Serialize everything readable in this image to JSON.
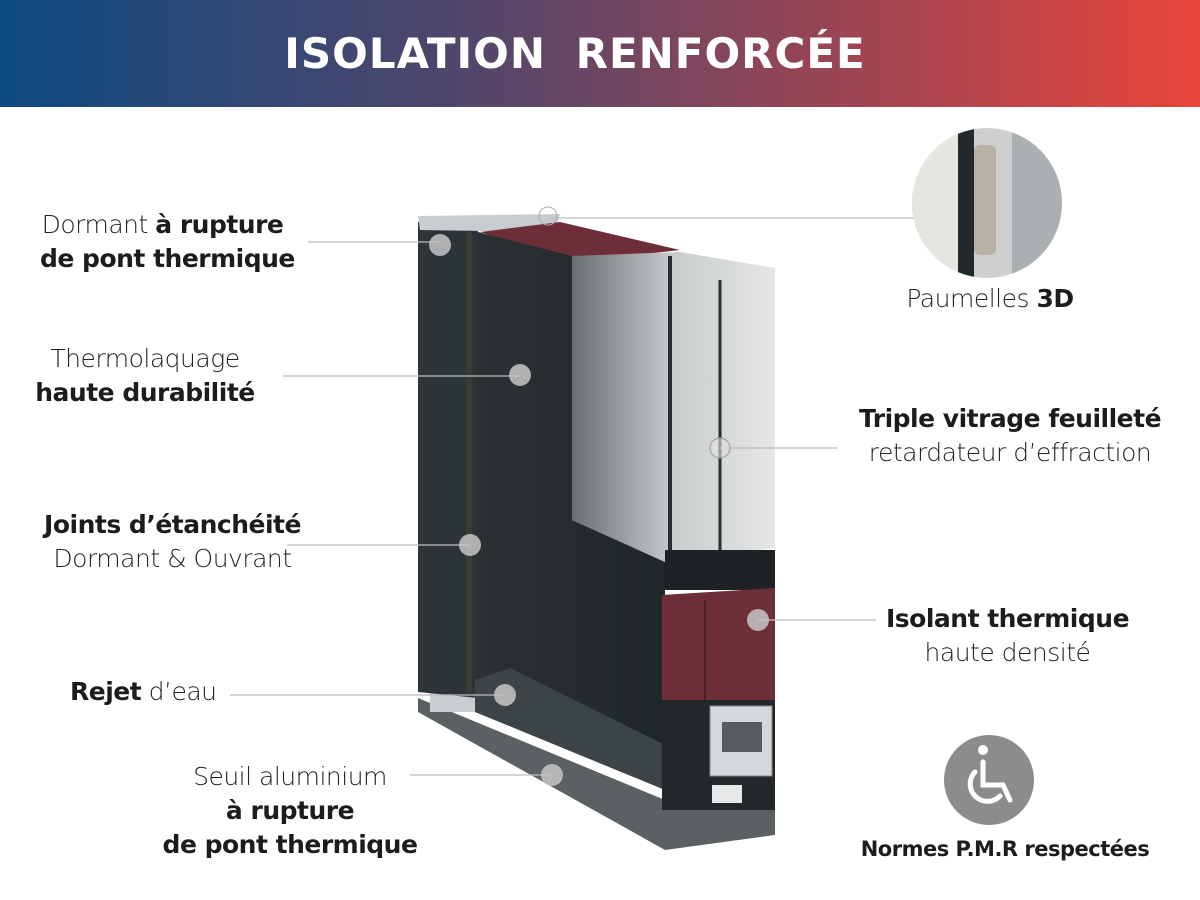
{
  "header": {
    "title": "ISOLATION  RENFORCÉE"
  },
  "labels": {
    "dormant": {
      "line1_regular": "Dormant ",
      "line1_bold": "à rupture",
      "line2_bold": "de pont thermique"
    },
    "thermolaquage": {
      "line1_regular": "Thermolaquage",
      "line2_bold": "haute durabilité"
    },
    "joints": {
      "line1_bold": "Joints d’étanchéité",
      "line2_regular": "Dormant & Ouvrant"
    },
    "rejet": {
      "bold": "Rejet",
      "regular": " d’eau"
    },
    "seuil": {
      "line1_regular": "Seuil aluminium",
      "line2_bold": "à rupture",
      "line3_bold": "de pont thermique"
    },
    "paumelles": {
      "regular": "Paumelles ",
      "bold": "3D"
    },
    "triple": {
      "line1_bold": "Triple vitrage feuilleté",
      "line2_regular": "retardateur d’effraction"
    },
    "isolant": {
      "line1_bold": "Isolant thermique",
      "line2_regular": "haute densité"
    },
    "pmr": {
      "text": "Normes P.M.R respectées",
      "icon": "wheelchair-icon"
    }
  },
  "colors": {
    "gradient_start": "#0d4a80",
    "gradient_end": "#e8453a",
    "frame": "#2b3134",
    "insulation": "#6e2e38"
  }
}
